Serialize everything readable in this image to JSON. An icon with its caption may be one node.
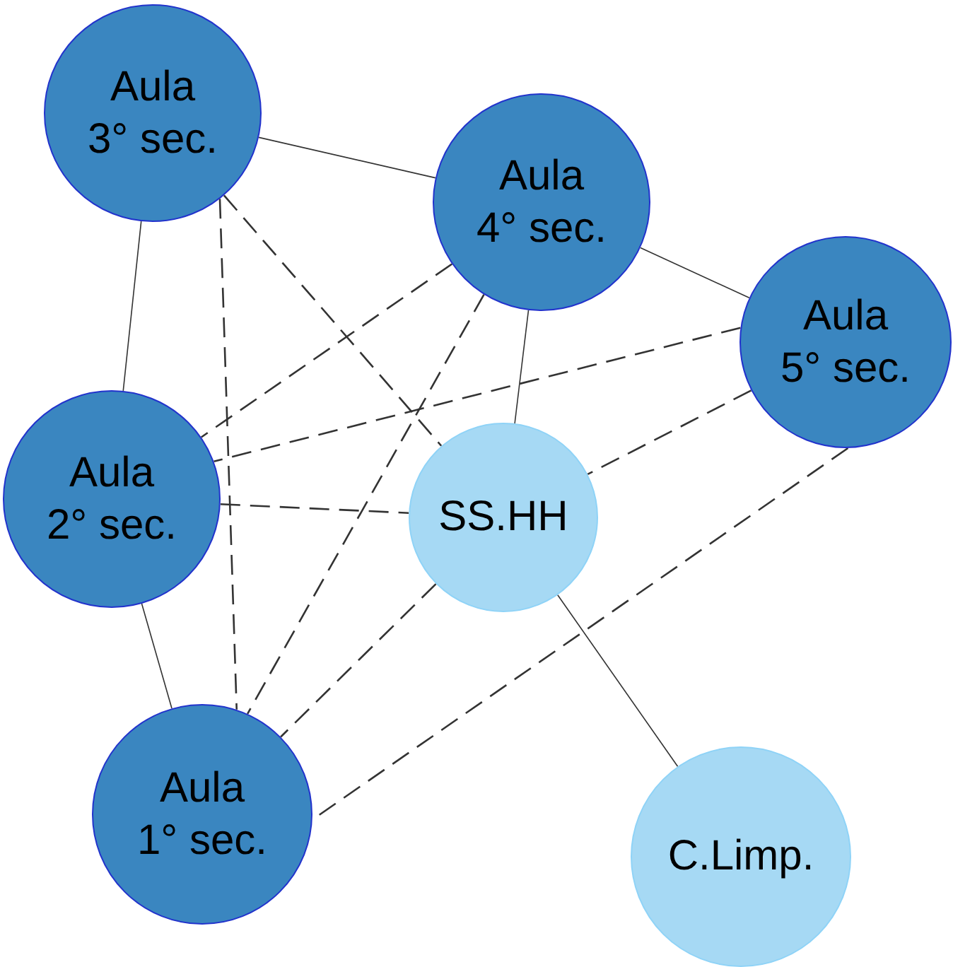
{
  "diagram": {
    "nodes": [
      {
        "text": [
          "Aula 3° sec."
        ]
      },
      {
        "text": [
          "Aula 4° sec."
        ]
      },
      {
        "text": [
          "Aula 5° sec."
        ]
      },
      {
        "text": [
          "Aula 2° sec."
        ]
      },
      {
        "text": [
          "SS.HH"
        ]
      },
      {
        "text": [
          "Aula 1° sec."
        ]
      },
      {
        "text": [
          "C.Limp."
        ]
      }
    ],
    "edges": [
      {
        "from": 0,
        "to": 1,
        "arrow": "none"
      },
      {
        "from": 0,
        "to": 3,
        "arrow": "none"
      },
      {
        "from": 0,
        "to": 5,
        "arrow": "none",
        "style": "dashed"
      },
      {
        "from": 0,
        "to": 4,
        "arrow": "none",
        "style": "dashed"
      },
      {
        "from": 1,
        "to": 2,
        "arrow": "none"
      },
      {
        "from": 1,
        "to": 3,
        "arrow": "none",
        "style": "dashed"
      },
      {
        "from": 1,
        "to": 5,
        "arrow": "none",
        "style": "dashed"
      },
      {
        "from": 1,
        "to": 4,
        "arrow": "none"
      },
      {
        "from": 2,
        "to": 3,
        "arrow": "none",
        "style": "dashed"
      },
      {
        "from": 2,
        "to": 4,
        "arrow": "none",
        "style": "dashed"
      },
      {
        "from": 2,
        "to": 5,
        "arrow": "none",
        "style": "dashed"
      },
      {
        "from": 3,
        "to": 4,
        "arrow": "none",
        "style": "dashed"
      },
      {
        "from": 3,
        "to": 5,
        "arrow": "none"
      },
      {
        "from": 4,
        "to": 5,
        "arrow": "none",
        "style": "dashed"
      },
      {
        "from": 4,
        "to": 6,
        "arrow": "none"
      }
    ]
  }
}
